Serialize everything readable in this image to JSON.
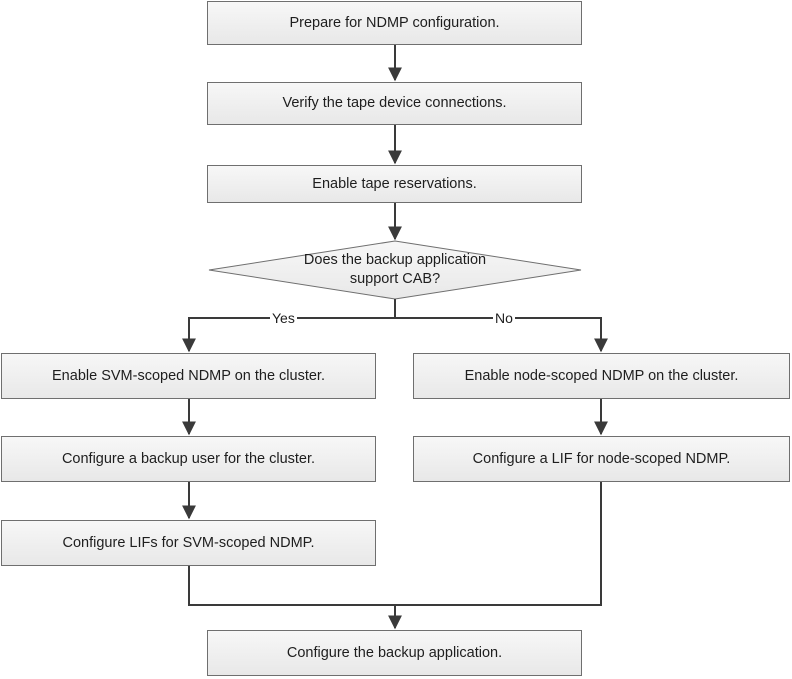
{
  "steps": {
    "prepare": "Prepare for NDMP configuration.",
    "verify": "Verify the tape device connections.",
    "reservations": "Enable tape reservations.",
    "svm_scoped": "Enable SVM-scoped NDMP on the cluster.",
    "backup_user": "Configure a backup user for the cluster.",
    "svm_lifs": "Configure LIFs for SVM-scoped NDMP.",
    "node_scoped": "Enable node-scoped NDMP on the cluster.",
    "node_lif": "Configure a LIF for node-scoped NDMP.",
    "backup_app": "Configure the backup application."
  },
  "decision": {
    "question_line1": "Does the backup application",
    "question_line2": "support CAB?",
    "yes_label": "Yes",
    "no_label": "No"
  },
  "colors": {
    "line": "#3a3a3a",
    "box_border": "#6f6f6f",
    "box_fill_top": "#f7f7f7",
    "box_fill_bottom": "#e8e8e8"
  }
}
